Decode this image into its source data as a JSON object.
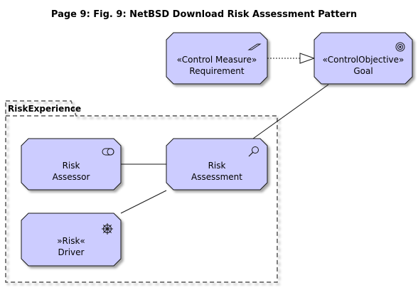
{
  "title": "Page 9:  Fig. 9: NetBSD Download Risk Assessment Pattern",
  "package": {
    "label": "RiskExperience"
  },
  "nodes": {
    "requirement": {
      "stereotype": "«Control Measure»",
      "name": "Requirement",
      "icon": "parallelogram-icon"
    },
    "goal": {
      "stereotype": "«ControlObjective»",
      "name": "Goal",
      "icon": "target-icon"
    },
    "assessor": {
      "line1": "Risk",
      "line2": "Assessor",
      "icon": "toggle-icon"
    },
    "assessment": {
      "line1": "Risk",
      "line2": "Assessment",
      "icon": "magnifier-icon"
    },
    "driver": {
      "stereotype": "»Risk«",
      "name": "Driver",
      "icon": "helm-wheel-icon"
    }
  },
  "colors": {
    "node_fill": "#CCCCFF",
    "node_stroke": "#181818",
    "package_stroke": "#555555"
  }
}
